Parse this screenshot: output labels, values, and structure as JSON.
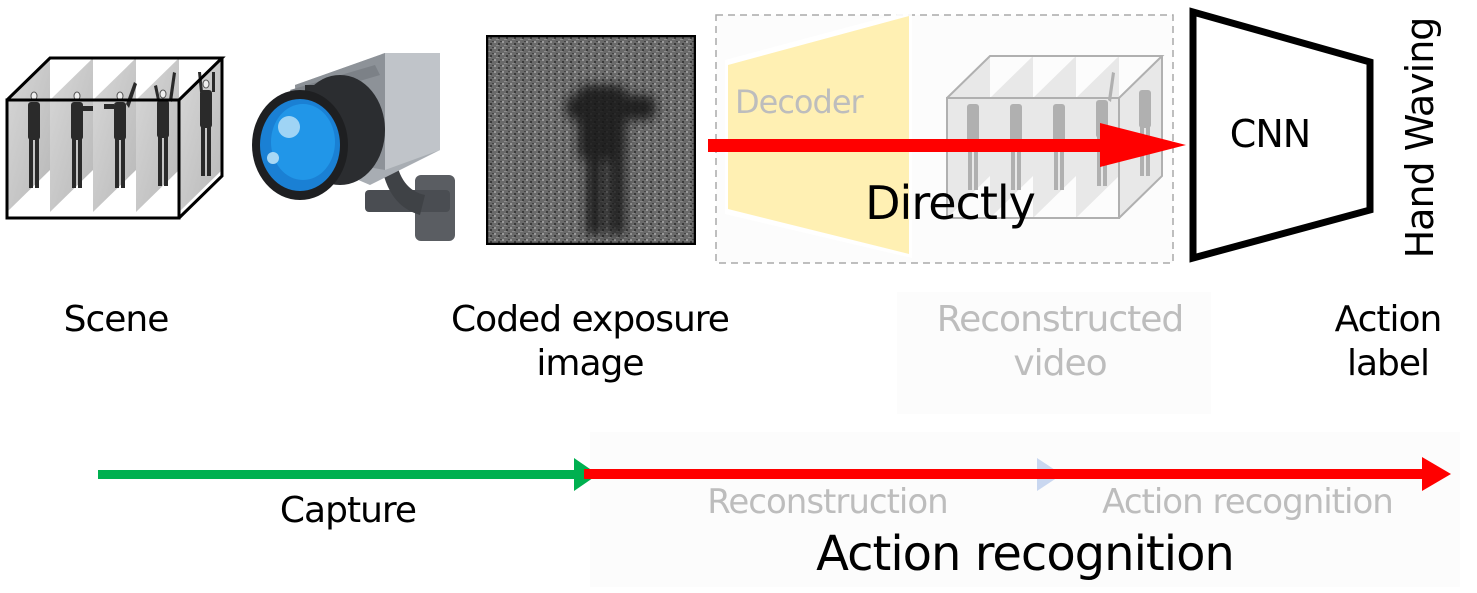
{
  "top_row": {
    "scene_label": "Scene",
    "coded_label_line1": "Coded exposure",
    "coded_label_line2": "image",
    "decoder_label": "Decoder",
    "directly_label": "Directly",
    "reconstructed_label_line1": "Reconstructed",
    "reconstructed_label_line2": "video",
    "cnn_label": "CNN",
    "output_label": "Hand Waving",
    "action_label_line1": "Action",
    "action_label_line2": "label"
  },
  "timeline": {
    "capture_label": "Capture",
    "reconstruction_label": "Reconstruction",
    "action_recognition_faded_label": "Action recognition",
    "action_recognition_label": "Action recognition"
  },
  "colors": {
    "capture_arrow": "#00b050",
    "direct_arrow": "#ff0000",
    "decoder_fill": "#fff0b3",
    "faded_text": "#bdbdbd",
    "faded_arrowhead": "#c9d7f0"
  },
  "icons": {
    "scene": "video-frames-cube-icon",
    "camera": "security-camera-icon",
    "coded_image": "coded-exposure-image-icon",
    "decoder": "decoder-trapezoid-icon",
    "cnn": "cnn-trapezoid-icon"
  }
}
